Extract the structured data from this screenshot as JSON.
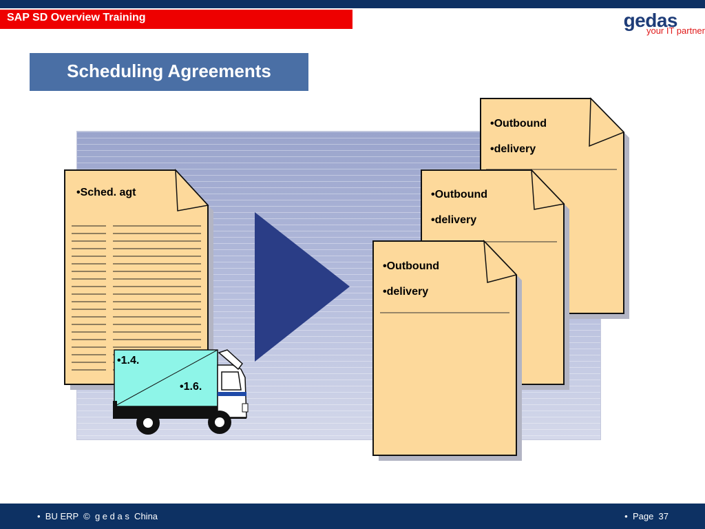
{
  "header": {
    "course_title": "SAP SD Overview Training",
    "logo_brand": "gedas",
    "logo_tagline": "your IT partner"
  },
  "slide": {
    "title": "Scheduling  Agreements"
  },
  "source_document": {
    "label": "•Sched. agt"
  },
  "truck": {
    "date_1": "•1.4.",
    "date_2": "•1.6."
  },
  "output_documents": [
    {
      "line_1": "•Outbound",
      "line_2": "•delivery"
    },
    {
      "line_1": "•Outbound",
      "line_2": "•delivery"
    },
    {
      "line_1": "•Outbound",
      "line_2": "•delivery"
    }
  ],
  "footer": {
    "left_text": "•  BU ERP  ©  g e d a s  China",
    "page_label": "•  Page  37"
  },
  "colors": {
    "top_bar": "#0d3163",
    "header_red": "#ee0000",
    "title_box": "#4a6fa5",
    "document_fill": "#fdd99b",
    "arrow": "#2a3d86",
    "truck_cargo": "#8ef5e8"
  }
}
